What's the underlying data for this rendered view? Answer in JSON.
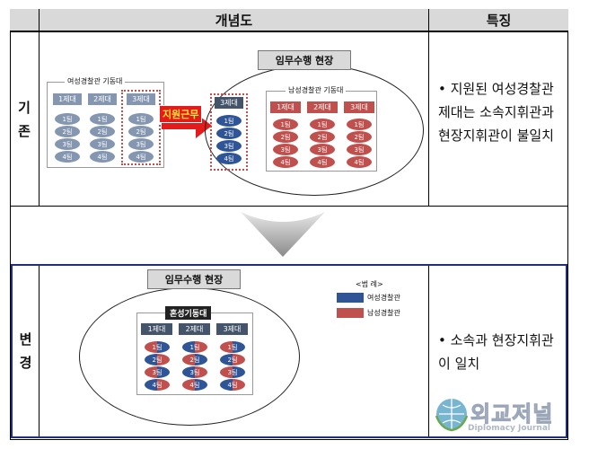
{
  "table": {
    "header_concept": "개념도",
    "header_feature": "특징",
    "row1_label_top": "기",
    "row1_label_bottom": "존",
    "row2_label_top": "변",
    "row2_label_bottom": "경",
    "row1_feature": "• 지원된 여성경찰관 제대는 소속지휘관과 현장지휘관이 불일치",
    "row2_feature": "• 소속과 현장지휘관이 일치"
  },
  "diagram_before": {
    "women_group_label": "여성경찰관 기동대",
    "units": [
      "1제대",
      "2제대",
      "3제대"
    ],
    "teams": [
      "1팀",
      "2팀",
      "3팀",
      "4팀"
    ],
    "dispatch_label": "지원근무",
    "site_label": "임무수행 현장",
    "deployed_unit": "3제대",
    "men_group_label": "남성경찰관 기동대"
  },
  "diagram_after": {
    "site_label": "임무수행 현장",
    "mixed_group_label": "혼성기동대",
    "units": [
      "1제대",
      "2제대",
      "3제대"
    ],
    "teams": [
      "1팀",
      "2팀",
      "3팀",
      "4팀"
    ],
    "legend_title": "<범 례>",
    "legend_women": "여성경찰관",
    "legend_men": "남성경찰관",
    "legend_women_color": "#2f5597",
    "legend_men_color": "#c0504d"
  },
  "watermark": {
    "title": "외교저널",
    "subtitle": "Diplomacy Journal"
  }
}
